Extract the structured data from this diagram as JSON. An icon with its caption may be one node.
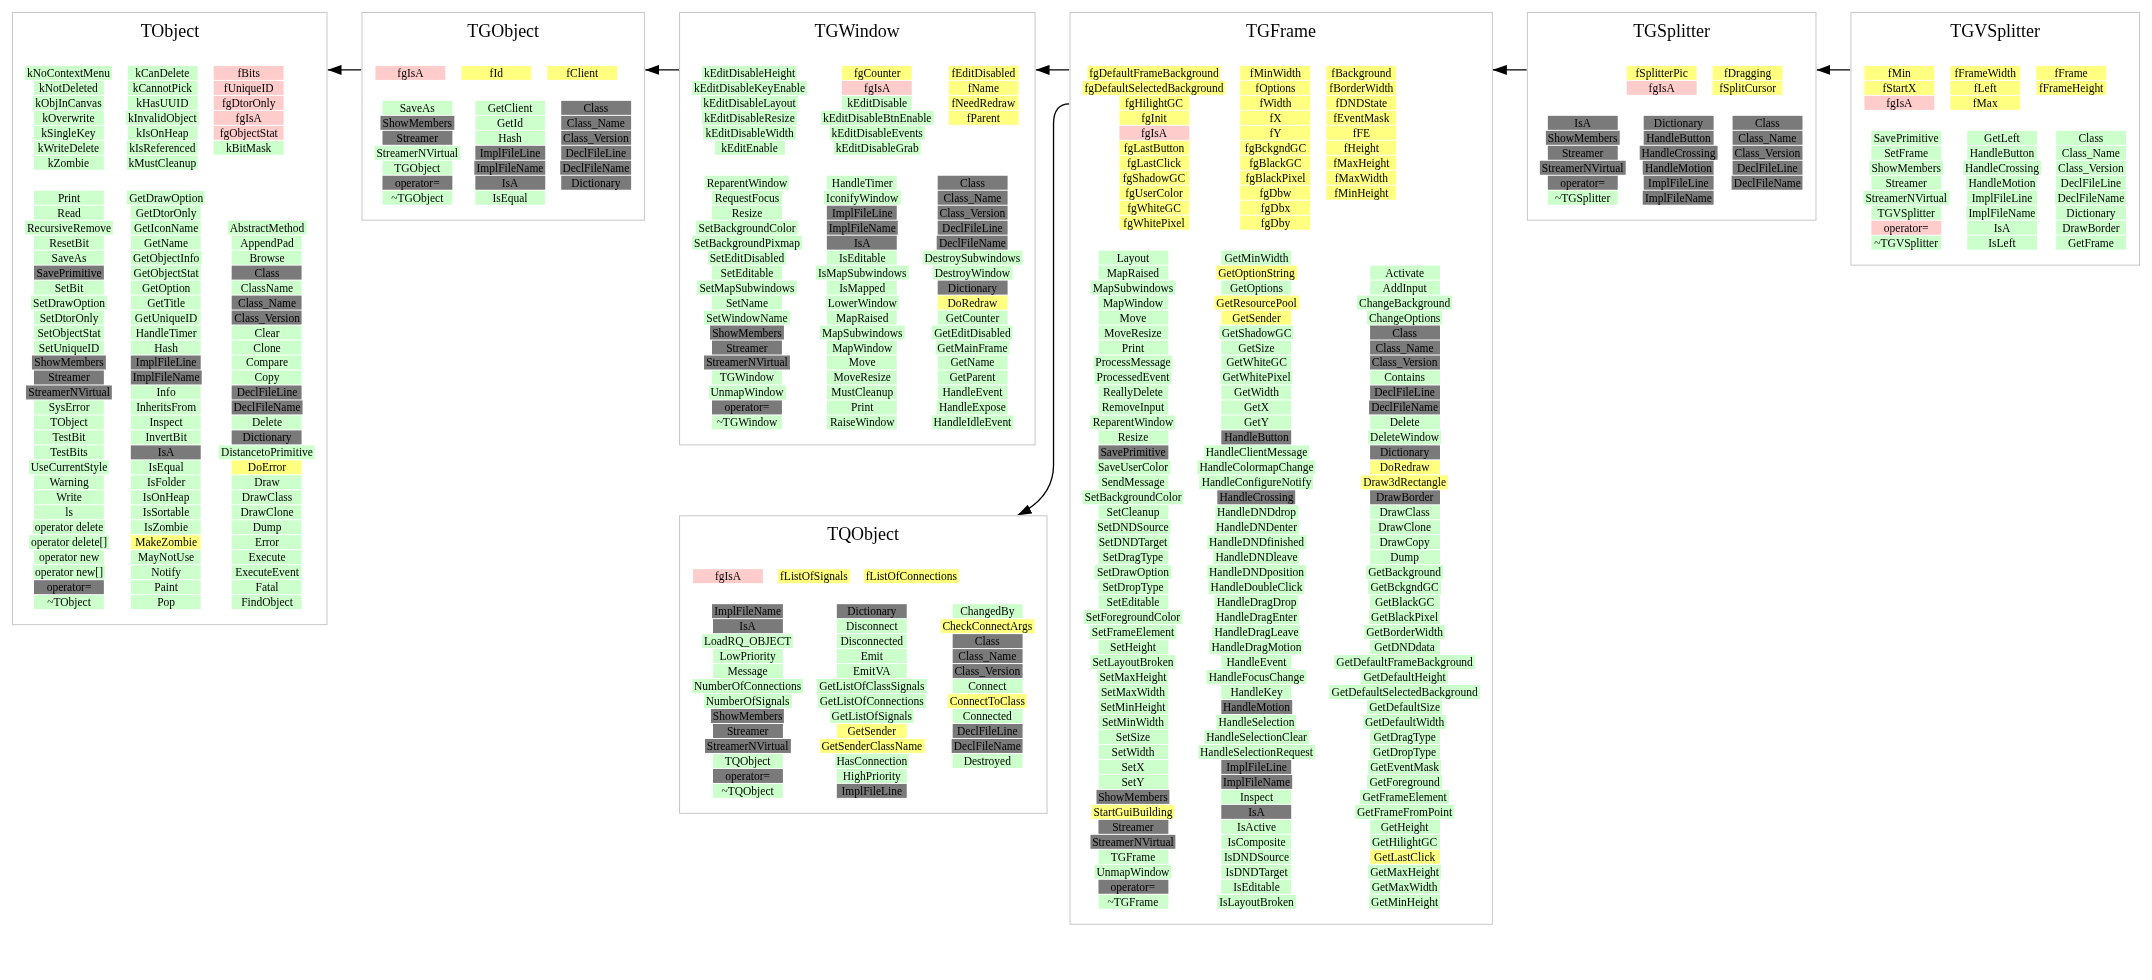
{
  "diagram": {
    "nodes": [
      {
        "text": [
          "TObject"
        ]
      },
      {
        "text": [
          "kNoContextMenu"
        ],
        "in": 0
      },
      {
        "text": [
          "kNotDeleted"
        ],
        "in": 0
      },
      {
        "text": [
          "kObjInCanvas"
        ],
        "in": 0
      },
      {
        "text": [
          "kOverwrite"
        ],
        "in": 0
      },
      {
        "text": [
          "kSingleKey"
        ],
        "in": 0
      },
      {
        "text": [
          "kWriteDelete"
        ],
        "in": 0
      },
      {
        "text": [
          "kZombie"
        ],
        "in": 0
      },
      {
        "text": [
          "kCanDelete"
        ],
        "in": 0
      },
      {
        "text": [
          "kCannotPick"
        ],
        "in": 0
      },
      {
        "text": [
          "kHasUUID"
        ],
        "in": 0
      },
      {
        "text": [
          "kInvalidObject"
        ],
        "in": 0
      },
      {
        "text": [
          "kIsOnHeap"
        ],
        "in": 0
      },
      {
        "text": [
          "kIsReferenced"
        ],
        "in": 0
      },
      {
        "text": [
          "kMustCleanup"
        ],
        "in": 0
      },
      {
        "text": [
          "fBits"
        ],
        "in": 0
      },
      {
        "text": [
          "fUniqueID"
        ],
        "in": 0
      },
      {
        "text": [
          "fgDtorOnly"
        ],
        "in": 0
      },
      {
        "text": [
          "fgIsA"
        ],
        "in": 0
      },
      {
        "text": [
          "fgObjectStat"
        ],
        "in": 0
      },
      {
        "text": [
          "kBitMask"
        ],
        "in": 0
      },
      {
        "text": [
          "Print"
        ],
        "in": 0
      },
      {
        "text": [
          "Read"
        ],
        "in": 0
      },
      {
        "text": [
          "RecursiveRemove"
        ],
        "in": 0
      },
      {
        "text": [
          "ResetBit"
        ],
        "in": 0
      },
      {
        "text": [
          "SaveAs"
        ],
        "in": 0
      },
      {
        "text": [
          "SavePrimitive"
        ],
        "in": 0
      },
      {
        "text": [
          "SetBit"
        ],
        "in": 0
      },
      {
        "text": [
          "SetDrawOption"
        ],
        "in": 0
      },
      {
        "text": [
          "SetDtorOnly"
        ],
        "in": 0
      },
      {
        "text": [
          "SetObjectStat"
        ],
        "in": 0
      },
      {
        "text": [
          "SetUniqueID"
        ],
        "in": 0
      },
      {
        "text": [
          "ShowMembers"
        ],
        "in": 0
      },
      {
        "text": [
          "Streamer"
        ],
        "in": 0
      },
      {
        "text": [
          "StreamerNVirtual"
        ],
        "in": 0
      },
      {
        "text": [
          "SysError"
        ],
        "in": 0
      },
      {
        "text": [
          "TObject"
        ],
        "in": 0
      },
      {
        "text": [
          "TestBit"
        ],
        "in": 0
      },
      {
        "text": [
          "TestBits"
        ],
        "in": 0
      },
      {
        "text": [
          "UseCurrentStyle"
        ],
        "in": 0
      },
      {
        "text": [
          "Warning"
        ],
        "in": 0
      },
      {
        "text": [
          "Write"
        ],
        "in": 0
      },
      {
        "text": [
          "ls"
        ],
        "in": 0
      },
      {
        "text": [
          "operator delete"
        ],
        "in": 0
      },
      {
        "text": [
          "operator delete[]"
        ],
        "in": 0
      },
      {
        "text": [
          "operator new"
        ],
        "in": 0
      },
      {
        "text": [
          "operator new[]"
        ],
        "in": 0
      },
      {
        "text": [
          "operator="
        ],
        "in": 0
      },
      {
        "text": [
          "~TObject"
        ],
        "in": 0
      },
      {
        "text": [
          "GetDrawOption"
        ],
        "in": 0
      },
      {
        "text": [
          "GetDtorOnly"
        ],
        "in": 0
      },
      {
        "text": [
          "GetIconName"
        ],
        "in": 0
      },
      {
        "text": [
          "GetName"
        ],
        "in": 0
      },
      {
        "text": [
          "GetObjectInfo"
        ],
        "in": 0
      },
      {
        "text": [
          "GetObjectStat"
        ],
        "in": 0
      },
      {
        "text": [
          "GetOption"
        ],
        "in": 0
      },
      {
        "text": [
          "GetTitle"
        ],
        "in": 0
      },
      {
        "text": [
          "GetUniqueID"
        ],
        "in": 0
      },
      {
        "text": [
          "HandleTimer"
        ],
        "in": 0
      },
      {
        "text": [
          "Hash"
        ],
        "in": 0
      },
      {
        "text": [
          "ImplFileLine"
        ],
        "in": 0
      },
      {
        "text": [
          "ImplFileName"
        ],
        "in": 0
      },
      {
        "text": [
          "Info"
        ],
        "in": 0
      },
      {
        "text": [
          "InheritsFrom"
        ],
        "in": 0
      },
      {
        "text": [
          "Inspect"
        ],
        "in": 0
      },
      {
        "text": [
          "InvertBit"
        ],
        "in": 0
      },
      {
        "text": [
          "IsA"
        ],
        "in": 0
      },
      {
        "text": [
          "IsEqual"
        ],
        "in": 0
      },
      {
        "text": [
          "IsFolder"
        ],
        "in": 0
      },
      {
        "text": [
          "IsOnHeap"
        ],
        "in": 0
      },
      {
        "text": [
          "IsSortable"
        ],
        "in": 0
      },
      {
        "text": [
          "IsZombie"
        ],
        "in": 0
      },
      {
        "text": [
          "MakeZombie"
        ],
        "in": 0
      },
      {
        "text": [
          "MayNotUse"
        ],
        "in": 0
      },
      {
        "text": [
          "Notify"
        ],
        "in": 0
      },
      {
        "text": [
          "Paint"
        ],
        "in": 0
      },
      {
        "text": [
          "Pop"
        ],
        "in": 0
      },
      {
        "text": [
          "AbstractMethod"
        ],
        "in": 0
      },
      {
        "text": [
          "AppendPad"
        ],
        "in": 0
      },
      {
        "text": [
          "Browse"
        ],
        "in": 0
      },
      {
        "text": [
          "Class"
        ],
        "in": 0
      },
      {
        "text": [
          "ClassName"
        ],
        "in": 0
      },
      {
        "text": [
          "Class_Name"
        ],
        "in": 0
      },
      {
        "text": [
          "Class_Version"
        ],
        "in": 0
      },
      {
        "text": [
          "Clear"
        ],
        "in": 0
      },
      {
        "text": [
          "Clone"
        ],
        "in": 0
      },
      {
        "text": [
          "Compare"
        ],
        "in": 0
      },
      {
        "text": [
          "Copy"
        ],
        "in": 0
      },
      {
        "text": [
          "DeclFileLine"
        ],
        "in": 0
      },
      {
        "text": [
          "DeclFileName"
        ],
        "in": 0
      },
      {
        "text": [
          "Delete"
        ],
        "in": 0
      },
      {
        "text": [
          "Dictionary"
        ],
        "in": 0
      },
      {
        "text": [
          "DistancetoPrimitive"
        ],
        "in": 0
      },
      {
        "text": [
          "DoError"
        ],
        "in": 0
      },
      {
        "text": [
          "Draw"
        ],
        "in": 0
      },
      {
        "text": [
          "DrawClass"
        ],
        "in": 0
      },
      {
        "text": [
          "DrawClone"
        ],
        "in": 0
      },
      {
        "text": [
          "Dump"
        ],
        "in": 0
      },
      {
        "text": [
          "Error"
        ],
        "in": 0
      },
      {
        "text": [
          "Execute"
        ],
        "in": 0
      },
      {
        "text": [
          "ExecuteEvent"
        ],
        "in": 0
      },
      {
        "text": [
          "Fatal"
        ],
        "in": 0
      },
      {
        "text": [
          "FindObject"
        ],
        "in": 0
      },
      {
        "text": [
          "TGObject"
        ]
      },
      {
        "text": [
          "fgIsA"
        ],
        "in": 103
      },
      {
        "text": [
          "fId"
        ],
        "in": 103
      },
      {
        "text": [
          "fClient"
        ],
        "in": 103
      },
      {
        "text": [
          "SaveAs"
        ],
        "in": 103
      },
      {
        "text": [
          "ShowMembers"
        ],
        "in": 103
      },
      {
        "text": [
          "Streamer"
        ],
        "in": 103
      },
      {
        "text": [
          "StreamerNVirtual"
        ],
        "in": 103
      },
      {
        "text": [
          "TGObject"
        ],
        "in": 103
      },
      {
        "text": [
          "operator="
        ],
        "in": 103
      },
      {
        "text": [
          "~TGObject"
        ],
        "in": 103
      },
      {
        "text": [
          "GetClient"
        ],
        "in": 103
      },
      {
        "text": [
          "GetId"
        ],
        "in": 103
      },
      {
        "text": [
          "Hash"
        ],
        "in": 103
      },
      {
        "text": [
          "ImplFileLine"
        ],
        "in": 103
      },
      {
        "text": [
          "ImplFileName"
        ],
        "in": 103
      },
      {
        "text": [
          "IsA"
        ],
        "in": 103
      },
      {
        "text": [
          "IsEqual"
        ],
        "in": 103
      },
      {
        "text": [
          "Class"
        ],
        "in": 103
      },
      {
        "text": [
          "Class_Name"
        ],
        "in": 103
      },
      {
        "text": [
          "Class_Version"
        ],
        "in": 103
      },
      {
        "text": [
          "DeclFileLine"
        ],
        "in": 103
      },
      {
        "text": [
          "DeclFileName"
        ],
        "in": 103
      },
      {
        "text": [
          "Dictionary"
        ],
        "in": 103
      },
      {
        "text": [
          "TGWindow"
        ]
      },
      {
        "text": [
          "kEditDisableHeight"
        ],
        "in": 127
      },
      {
        "text": [
          "kEditDisableKeyEnable"
        ],
        "in": 127
      },
      {
        "text": [
          "kEditDisableLayout"
        ],
        "in": 127
      },
      {
        "text": [
          "kEditDisableResize"
        ],
        "in": 127
      },
      {
        "text": [
          "kEditDisableWidth"
        ],
        "in": 127
      },
      {
        "text": [
          "kEditEnable"
        ],
        "in": 127
      },
      {
        "text": [
          "fgCounter"
        ],
        "in": 127
      },
      {
        "text": [
          "fgIsA"
        ],
        "in": 127
      },
      {
        "text": [
          "kEditDisable"
        ],
        "in": 127
      },
      {
        "text": [
          "kEditDisableBtnEnable"
        ],
        "in": 127
      },
      {
        "text": [
          "kEditDisableEvents"
        ],
        "in": 127
      },
      {
        "text": [
          "kEditDisableGrab"
        ],
        "in": 127
      },
      {
        "text": [
          "fEditDisabled"
        ],
        "in": 127
      },
      {
        "text": [
          "fName"
        ],
        "in": 127
      },
      {
        "text": [
          "fNeedRedraw"
        ],
        "in": 127
      },
      {
        "text": [
          "fParent"
        ],
        "in": 127
      },
      {
        "text": [
          "ReparentWindow"
        ],
        "in": 127
      },
      {
        "text": [
          "RequestFocus"
        ],
        "in": 127
      },
      {
        "text": [
          "Resize"
        ],
        "in": 127
      },
      {
        "text": [
          "SetBackgroundColor"
        ],
        "in": 127
      },
      {
        "text": [
          "SetBackgroundPixmap"
        ],
        "in": 127
      },
      {
        "text": [
          "SetEditDisabled"
        ],
        "in": 127
      },
      {
        "text": [
          "SetEditable"
        ],
        "in": 127
      },
      {
        "text": [
          "SetMapSubwindows"
        ],
        "in": 127
      },
      {
        "text": [
          "SetName"
        ],
        "in": 127
      },
      {
        "text": [
          "SetWindowName"
        ],
        "in": 127
      },
      {
        "text": [
          "ShowMembers"
        ],
        "in": 127
      },
      {
        "text": [
          "Streamer"
        ],
        "in": 127
      },
      {
        "text": [
          "StreamerNVirtual"
        ],
        "in": 127
      },
      {
        "text": [
          "TGWindow"
        ],
        "in": 127
      },
      {
        "text": [
          "UnmapWindow"
        ],
        "in": 127
      },
      {
        "text": [
          "operator="
        ],
        "in": 127
      },
      {
        "text": [
          "~TGWindow"
        ],
        "in": 127
      },
      {
        "text": [
          "HandleTimer"
        ],
        "in": 127
      },
      {
        "text": [
          "IconifyWindow"
        ],
        "in": 127
      },
      {
        "text": [
          "ImplFileLine"
        ],
        "in": 127
      },
      {
        "text": [
          "ImplFileName"
        ],
        "in": 127
      },
      {
        "text": [
          "IsA"
        ],
        "in": 127
      },
      {
        "text": [
          "IsEditable"
        ],
        "in": 127
      },
      {
        "text": [
          "IsMapSubwindows"
        ],
        "in": 127
      },
      {
        "text": [
          "IsMapped"
        ],
        "in": 127
      },
      {
        "text": [
          "LowerWindow"
        ],
        "in": 127
      },
      {
        "text": [
          "MapRaised"
        ],
        "in": 127
      },
      {
        "text": [
          "MapSubwindows"
        ],
        "in": 127
      },
      {
        "text": [
          "MapWindow"
        ],
        "in": 127
      },
      {
        "text": [
          "Move"
        ],
        "in": 127
      },
      {
        "text": [
          "MoveResize"
        ],
        "in": 127
      },
      {
        "text": [
          "MustCleanup"
        ],
        "in": 127
      },
      {
        "text": [
          "Print"
        ],
        "in": 127
      },
      {
        "text": [
          "RaiseWindow"
        ],
        "in": 127
      },
      {
        "text": [
          "Class"
        ],
        "in": 127
      },
      {
        "text": [
          "Class_Name"
        ],
        "in": 127
      },
      {
        "text": [
          "Class_Version"
        ],
        "in": 127
      },
      {
        "text": [
          "DeclFileLine"
        ],
        "in": 127
      },
      {
        "text": [
          "DeclFileName"
        ],
        "in": 127
      },
      {
        "text": [
          "DestroySubwindows"
        ],
        "in": 127
      },
      {
        "text": [
          "DestroyWindow"
        ],
        "in": 127
      },
      {
        "text": [
          "Dictionary"
        ],
        "in": 127
      },
      {
        "text": [
          "DoRedraw"
        ],
        "in": 127
      },
      {
        "text": [
          "GetCounter"
        ],
        "in": 127
      },
      {
        "text": [
          "GetEditDisabled"
        ],
        "in": 127
      },
      {
        "text": [
          "GetMainFrame"
        ],
        "in": 127
      },
      {
        "text": [
          "GetName"
        ],
        "in": 127
      },
      {
        "text": [
          "GetParent"
        ],
        "in": 127
      },
      {
        "text": [
          "HandleEvent"
        ],
        "in": 127
      },
      {
        "text": [
          "HandleExpose"
        ],
        "in": 127
      },
      {
        "text": [
          "HandleIdleEvent"
        ],
        "in": 127
      },
      {
        "text": [
          "TGFrame"
        ]
      },
      {
        "text": [
          "fgDefaultFrameBackground"
        ],
        "in": 195
      },
      {
        "text": [
          "fgDefaultSelectedBackground"
        ],
        "in": 195
      },
      {
        "text": [
          "fgHilightGC"
        ],
        "in": 195
      },
      {
        "text": [
          "fgInit"
        ],
        "in": 195
      },
      {
        "text": [
          "fgIsA"
        ],
        "in": 195
      },
      {
        "text": [
          "fgLastButton"
        ],
        "in": 195
      },
      {
        "text": [
          "fgLastClick"
        ],
        "in": 195
      },
      {
        "text": [
          "fgShadowGC"
        ],
        "in": 195
      },
      {
        "text": [
          "fgUserColor"
        ],
        "in": 195
      },
      {
        "text": [
          "fgWhiteGC"
        ],
        "in": 195
      },
      {
        "text": [
          "fgWhitePixel"
        ],
        "in": 195
      },
      {
        "text": [
          "fMinWidth"
        ],
        "in": 195
      },
      {
        "text": [
          "fOptions"
        ],
        "in": 195
      },
      {
        "text": [
          "fWidth"
        ],
        "in": 195
      },
      {
        "text": [
          "fX"
        ],
        "in": 195
      },
      {
        "text": [
          "fY"
        ],
        "in": 195
      },
      {
        "text": [
          "fgBckgndGC"
        ],
        "in": 195
      },
      {
        "text": [
          "fgBlackGC"
        ],
        "in": 195
      },
      {
        "text": [
          "fgBlackPixel"
        ],
        "in": 195
      },
      {
        "text": [
          "fgDbw"
        ],
        "in": 195
      },
      {
        "text": [
          "fgDbx"
        ],
        "in": 195
      },
      {
        "text": [
          "fgDby"
        ],
        "in": 195
      },
      {
        "text": [
          "fBackground"
        ],
        "in": 195
      },
      {
        "text": [
          "fBorderWidth"
        ],
        "in": 195
      },
      {
        "text": [
          "fDNDState"
        ],
        "in": 195
      },
      {
        "text": [
          "fEventMask"
        ],
        "in": 195
      },
      {
        "text": [
          "fFE"
        ],
        "in": 195
      },
      {
        "text": [
          "fHeight"
        ],
        "in": 195
      },
      {
        "text": [
          "fMaxHeight"
        ],
        "in": 195
      },
      {
        "text": [
          "fMaxWidth"
        ],
        "in": 195
      },
      {
        "text": [
          "fMinHeight"
        ],
        "in": 195
      },
      {
        "text": [
          "Layout"
        ],
        "in": 195
      },
      {
        "text": [
          "MapRaised"
        ],
        "in": 195
      },
      {
        "text": [
          "MapSubwindows"
        ],
        "in": 195
      },
      {
        "text": [
          "MapWindow"
        ],
        "in": 195
      },
      {
        "text": [
          "Move"
        ],
        "in": 195
      },
      {
        "text": [
          "MoveResize"
        ],
        "in": 195
      },
      {
        "text": [
          "Print"
        ],
        "in": 195
      },
      {
        "text": [
          "ProcessMessage"
        ],
        "in": 195
      },
      {
        "text": [
          "ProcessedEvent"
        ],
        "in": 195
      },
      {
        "text": [
          "ReallyDelete"
        ],
        "in": 195
      },
      {
        "text": [
          "RemoveInput"
        ],
        "in": 195
      },
      {
        "text": [
          "ReparentWindow"
        ],
        "in": 195
      },
      {
        "text": [
          "Resize"
        ],
        "in": 195
      },
      {
        "text": [
          "SavePrimitive"
        ],
        "in": 195
      },
      {
        "text": [
          "SaveUserColor"
        ],
        "in": 195
      },
      {
        "text": [
          "SendMessage"
        ],
        "in": 195
      },
      {
        "text": [
          "SetBackgroundColor"
        ],
        "in": 195
      },
      {
        "text": [
          "SetCleanup"
        ],
        "in": 195
      },
      {
        "text": [
          "SetDNDSource"
        ],
        "in": 195
      },
      {
        "text": [
          "SetDNDTarget"
        ],
        "in": 195
      },
      {
        "text": [
          "SetDragType"
        ],
        "in": 195
      },
      {
        "text": [
          "SetDrawOption"
        ],
        "in": 195
      },
      {
        "text": [
          "SetDropType"
        ],
        "in": 195
      },
      {
        "text": [
          "SetEditable"
        ],
        "in": 195
      },
      {
        "text": [
          "SetForegroundColor"
        ],
        "in": 195
      },
      {
        "text": [
          "SetFrameElement"
        ],
        "in": 195
      },
      {
        "text": [
          "SetHeight"
        ],
        "in": 195
      },
      {
        "text": [
          "SetLayoutBroken"
        ],
        "in": 195
      },
      {
        "text": [
          "SetMaxHeight"
        ],
        "in": 195
      },
      {
        "text": [
          "SetMaxWidth"
        ],
        "in": 195
      },
      {
        "text": [
          "SetMinHeight"
        ],
        "in": 195
      },
      {
        "text": [
          "SetMinWidth"
        ],
        "in": 195
      },
      {
        "text": [
          "SetSize"
        ],
        "in": 195
      },
      {
        "text": [
          "SetWidth"
        ],
        "in": 195
      },
      {
        "text": [
          "SetX"
        ],
        "in": 195
      },
      {
        "text": [
          "SetY"
        ],
        "in": 195
      },
      {
        "text": [
          "ShowMembers"
        ],
        "in": 195
      },
      {
        "text": [
          "StartGuiBuilding"
        ],
        "in": 195
      },
      {
        "text": [
          "Streamer"
        ],
        "in": 195
      },
      {
        "text": [
          "StreamerNVirtual"
        ],
        "in": 195
      },
      {
        "text": [
          "TGFrame"
        ],
        "in": 195
      },
      {
        "text": [
          "UnmapWindow"
        ],
        "in": 195
      },
      {
        "text": [
          "operator="
        ],
        "in": 195
      },
      {
        "text": [
          "~TGFrame"
        ],
        "in": 195
      },
      {
        "text": [
          "GetMinWidth"
        ],
        "in": 195
      },
      {
        "text": [
          "GetOptionString"
        ],
        "in": 195
      },
      {
        "text": [
          "GetOptions"
        ],
        "in": 195
      },
      {
        "text": [
          "GetResourcePool"
        ],
        "in": 195
      },
      {
        "text": [
          "GetSender"
        ],
        "in": 195
      },
      {
        "text": [
          "GetShadowGC"
        ],
        "in": 195
      },
      {
        "text": [
          "GetSize"
        ],
        "in": 195
      },
      {
        "text": [
          "GetWhiteGC"
        ],
        "in": 195
      },
      {
        "text": [
          "GetWhitePixel"
        ],
        "in": 195
      },
      {
        "text": [
          "GetWidth"
        ],
        "in": 195
      },
      {
        "text": [
          "GetX"
        ],
        "in": 195
      },
      {
        "text": [
          "GetY"
        ],
        "in": 195
      },
      {
        "text": [
          "HandleButton"
        ],
        "in": 195
      },
      {
        "text": [
          "HandleClientMessage"
        ],
        "in": 195
      },
      {
        "text": [
          "HandleColormapChange"
        ],
        "in": 195
      },
      {
        "text": [
          "HandleConfigureNotify"
        ],
        "in": 195
      },
      {
        "text": [
          "HandleCrossing"
        ],
        "in": 195
      },
      {
        "text": [
          "HandleDNDdrop"
        ],
        "in": 195
      },
      {
        "text": [
          "HandleDNDenter"
        ],
        "in": 195
      },
      {
        "text": [
          "HandleDNDfinished"
        ],
        "in": 195
      },
      {
        "text": [
          "HandleDNDleave"
        ],
        "in": 195
      },
      {
        "text": [
          "HandleDNDposition"
        ],
        "in": 195
      },
      {
        "text": [
          "HandleDoubleClick"
        ],
        "in": 195
      },
      {
        "text": [
          "HandleDragDrop"
        ],
        "in": 195
      },
      {
        "text": [
          "HandleDragEnter"
        ],
        "in": 195
      },
      {
        "text": [
          "HandleDragLeave"
        ],
        "in": 195
      },
      {
        "text": [
          "HandleDragMotion"
        ],
        "in": 195
      },
      {
        "text": [
          "HandleEvent"
        ],
        "in": 195
      },
      {
        "text": [
          "HandleFocusChange"
        ],
        "in": 195
      },
      {
        "text": [
          "HandleKey"
        ],
        "in": 195
      },
      {
        "text": [
          "HandleMotion"
        ],
        "in": 195
      },
      {
        "text": [
          "HandleSelection"
        ],
        "in": 195
      },
      {
        "text": [
          "HandleSelectionClear"
        ],
        "in": 195
      },
      {
        "text": [
          "HandleSelectionRequest"
        ],
        "in": 195
      },
      {
        "text": [
          "ImplFileLine"
        ],
        "in": 195
      },
      {
        "text": [
          "ImplFileName"
        ],
        "in": 195
      },
      {
        "text": [
          "Inspect"
        ],
        "in": 195
      },
      {
        "text": [
          "IsA"
        ],
        "in": 195
      },
      {
        "text": [
          "IsActive"
        ],
        "in": 195
      },
      {
        "text": [
          "IsComposite"
        ],
        "in": 195
      },
      {
        "text": [
          "IsDNDSource"
        ],
        "in": 195
      },
      {
        "text": [
          "IsDNDTarget"
        ],
        "in": 195
      },
      {
        "text": [
          "IsEditable"
        ],
        "in": 195
      },
      {
        "text": [
          "IsLayoutBroken"
        ],
        "in": 195
      },
      {
        "text": [
          "Activate"
        ],
        "in": 195
      },
      {
        "text": [
          "AddInput"
        ],
        "in": 195
      },
      {
        "text": [
          "ChangeBackground"
        ],
        "in": 195
      },
      {
        "text": [
          "ChangeOptions"
        ],
        "in": 195
      },
      {
        "text": [
          "Class"
        ],
        "in": 195
      },
      {
        "text": [
          "Class_Name"
        ],
        "in": 195
      },
      {
        "text": [
          "Class_Version"
        ],
        "in": 195
      },
      {
        "text": [
          "Contains"
        ],
        "in": 195
      },
      {
        "text": [
          "DeclFileLine"
        ],
        "in": 195
      },
      {
        "text": [
          "DeclFileName"
        ],
        "in": 195
      },
      {
        "text": [
          "Delete"
        ],
        "in": 195
      },
      {
        "text": [
          "DeleteWindow"
        ],
        "in": 195
      },
      {
        "text": [
          "Dictionary"
        ],
        "in": 195
      },
      {
        "text": [
          "DoRedraw"
        ],
        "in": 195
      },
      {
        "text": [
          "Draw3dRectangle"
        ],
        "in": 195
      },
      {
        "text": [
          "DrawBorder"
        ],
        "in": 195
      },
      {
        "text": [
          "DrawClass"
        ],
        "in": 195
      },
      {
        "text": [
          "DrawClone"
        ],
        "in": 195
      },
      {
        "text": [
          "DrawCopy"
        ],
        "in": 195
      },
      {
        "text": [
          "Dump"
        ],
        "in": 195
      },
      {
        "text": [
          "GetBackground"
        ],
        "in": 195
      },
      {
        "text": [
          "GetBckgndGC"
        ],
        "in": 195
      },
      {
        "text": [
          "GetBlackGC"
        ],
        "in": 195
      },
      {
        "text": [
          "GetBlackPixel"
        ],
        "in": 195
      },
      {
        "text": [
          "GetBorderWidth"
        ],
        "in": 195
      },
      {
        "text": [
          "GetDNDdata"
        ],
        "in": 195
      },
      {
        "text": [
          "GetDefaultFrameBackground"
        ],
        "in": 195
      },
      {
        "text": [
          "GetDefaultHeight"
        ],
        "in": 195
      },
      {
        "text": [
          "GetDefaultSelectedBackground"
        ],
        "in": 195
      },
      {
        "text": [
          "GetDefaultSize"
        ],
        "in": 195
      },
      {
        "text": [
          "GetDefaultWidth"
        ],
        "in": 195
      },
      {
        "text": [
          "GetDragType"
        ],
        "in": 195
      },
      {
        "text": [
          "GetDropType"
        ],
        "in": 195
      },
      {
        "text": [
          "GetEventMask"
        ],
        "in": 195
      },
      {
        "text": [
          "GetForeground"
        ],
        "in": 195
      },
      {
        "text": [
          "GetFrameElement"
        ],
        "in": 195
      },
      {
        "text": [
          "GetFrameFromPoint"
        ],
        "in": 195
      },
      {
        "text": [
          "GetHeight"
        ],
        "in": 195
      },
      {
        "text": [
          "GetHilightGC"
        ],
        "in": 195
      },
      {
        "text": [
          "GetLastClick"
        ],
        "in": 195
      },
      {
        "text": [
          "GetMaxHeight"
        ],
        "in": 195
      },
      {
        "text": [
          "GetMaxWidth"
        ],
        "in": 195
      },
      {
        "text": [
          "GetMinHeight"
        ],
        "in": 195
      },
      {
        "text": [
          "TGSplitter"
        ]
      },
      {
        "text": [
          "fSplitterPic"
        ],
        "in": 358
      },
      {
        "text": [
          "fgIsA"
        ],
        "in": 358
      },
      {
        "text": [
          "fDragging"
        ],
        "in": 358
      },
      {
        "text": [
          "fSplitCursor"
        ],
        "in": 358
      },
      {
        "text": [
          "IsA"
        ],
        "in": 358
      },
      {
        "text": [
          "ShowMembers"
        ],
        "in": 358
      },
      {
        "text": [
          "Streamer"
        ],
        "in": 358
      },
      {
        "text": [
          "StreamerNVirtual"
        ],
        "in": 358
      },
      {
        "text": [
          "operator="
        ],
        "in": 358
      },
      {
        "text": [
          "~TGSplitter"
        ],
        "in": 358
      },
      {
        "text": [
          "Dictionary"
        ],
        "in": 358
      },
      {
        "text": [
          "HandleButton"
        ],
        "in": 358
      },
      {
        "text": [
          "HandleCrossing"
        ],
        "in": 358
      },
      {
        "text": [
          "HandleMotion"
        ],
        "in": 358
      },
      {
        "text": [
          "ImplFileLine"
        ],
        "in": 358
      },
      {
        "text": [
          "ImplFileName"
        ],
        "in": 358
      },
      {
        "text": [
          "Class"
        ],
        "in": 358
      },
      {
        "text": [
          "Class_Name"
        ],
        "in": 358
      },
      {
        "text": [
          "Class_Version"
        ],
        "in": 358
      },
      {
        "text": [
          "DeclFileLine"
        ],
        "in": 358
      },
      {
        "text": [
          "DeclFileName"
        ],
        "in": 358
      },
      {
        "text": [
          "TGVSplitter"
        ]
      },
      {
        "text": [
          "fMin"
        ],
        "in": 380
      },
      {
        "text": [
          "fStartX"
        ],
        "in": 380
      },
      {
        "text": [
          "fgIsA"
        ],
        "in": 380
      },
      {
        "text": [
          "fFrameWidth"
        ],
        "in": 380
      },
      {
        "text": [
          "fLeft"
        ],
        "in": 380
      },
      {
        "text": [
          "fMax"
        ],
        "in": 380
      },
      {
        "text": [
          "fFrame"
        ],
        "in": 380
      },
      {
        "text": [
          "fFrameHeight"
        ],
        "in": 380
      },
      {
        "text": [
          "SavePrimitive"
        ],
        "in": 380
      },
      {
        "text": [
          "SetFrame"
        ],
        "in": 380
      },
      {
        "text": [
          "ShowMembers"
        ],
        "in": 380
      },
      {
        "text": [
          "Streamer"
        ],
        "in": 380
      },
      {
        "text": [
          "StreamerNVirtual"
        ],
        "in": 380
      },
      {
        "text": [
          "TGVSplitter"
        ],
        "in": 380
      },
      {
        "text": [
          "operator="
        ],
        "in": 380
      },
      {
        "text": [
          "~TGVSplitter"
        ],
        "in": 380
      },
      {
        "text": [
          "GetLeft"
        ],
        "in": 380
      },
      {
        "text": [
          "HandleButton"
        ],
        "in": 380
      },
      {
        "text": [
          "HandleCrossing"
        ],
        "in": 380
      },
      {
        "text": [
          "HandleMotion"
        ],
        "in": 380
      },
      {
        "text": [
          "ImplFileLine"
        ],
        "in": 380
      },
      {
        "text": [
          "ImplFileName"
        ],
        "in": 380
      },
      {
        "text": [
          "IsA"
        ],
        "in": 380
      },
      {
        "text": [
          "IsLeft"
        ],
        "in": 380
      },
      {
        "text": [
          "Class"
        ],
        "in": 380
      },
      {
        "text": [
          "Class_Name"
        ],
        "in": 380
      },
      {
        "text": [
          "Class_Version"
        ],
        "in": 380
      },
      {
        "text": [
          "DeclFileLine"
        ],
        "in": 380
      },
      {
        "text": [
          "DeclFileName"
        ],
        "in": 380
      },
      {
        "text": [
          "Dictionary"
        ],
        "in": 380
      },
      {
        "text": [
          "DrawBorder"
        ],
        "in": 380
      },
      {
        "text": [
          "GetFrame"
        ],
        "in": 380
      },
      {
        "text": [
          "TQObject"
        ]
      },
      {
        "text": [
          "fgIsA"
        ],
        "in": 413
      },
      {
        "text": [
          "fListOfSignals"
        ],
        "in": 413
      },
      {
        "text": [
          "fListOfConnections"
        ],
        "in": 413
      },
      {
        "text": [
          "ImplFileName"
        ],
        "in": 413
      },
      {
        "text": [
          "IsA"
        ],
        "in": 413
      },
      {
        "text": [
          "LoadRQ_OBJECT"
        ],
        "in": 413
      },
      {
        "text": [
          "LowPriority"
        ],
        "in": 413
      },
      {
        "text": [
          "Message"
        ],
        "in": 413
      },
      {
        "text": [
          "NumberOfConnections"
        ],
        "in": 413
      },
      {
        "text": [
          "NumberOfSignals"
        ],
        "in": 413
      },
      {
        "text": [
          "ShowMembers"
        ],
        "in": 413
      },
      {
        "text": [
          "Streamer"
        ],
        "in": 413
      },
      {
        "text": [
          "StreamerNVirtual"
        ],
        "in": 413
      },
      {
        "text": [
          "TQObject"
        ],
        "in": 413
      },
      {
        "text": [
          "operator="
        ],
        "in": 413
      },
      {
        "text": [
          "~TQObject"
        ],
        "in": 413
      },
      {
        "text": [
          "Dictionary"
        ],
        "in": 413
      },
      {
        "text": [
          "Disconnect"
        ],
        "in": 413
      },
      {
        "text": [
          "Disconnected"
        ],
        "in": 413
      },
      {
        "text": [
          "Emit"
        ],
        "in": 413
      },
      {
        "text": [
          "EmitVA"
        ],
        "in": 413
      },
      {
        "text": [
          "GetListOfClassSignals"
        ],
        "in": 413
      },
      {
        "text": [
          "GetListOfConnections"
        ],
        "in": 413
      },
      {
        "text": [
          "GetListOfSignals"
        ],
        "in": 413
      },
      {
        "text": [
          "GetSender"
        ],
        "in": 413
      },
      {
        "text": [
          "GetSenderClassName"
        ],
        "in": 413
      },
      {
        "text": [
          "HasConnection"
        ],
        "in": 413
      },
      {
        "text": [
          "HighPriority"
        ],
        "in": 413
      },
      {
        "text": [
          "ImplFileLine"
        ],
        "in": 413
      },
      {
        "text": [
          "ChangedBy"
        ],
        "in": 413
      },
      {
        "text": [
          "CheckConnectArgs"
        ],
        "in": 413
      },
      {
        "text": [
          "Class"
        ],
        "in": 413
      },
      {
        "text": [
          "Class_Name"
        ],
        "in": 413
      },
      {
        "text": [
          "Class_Version"
        ],
        "in": 413
      },
      {
        "text": [
          "Connect"
        ],
        "in": 413
      },
      {
        "text": [
          "ConnectToClass"
        ],
        "in": 413
      },
      {
        "text": [
          "Connected"
        ],
        "in": 413
      },
      {
        "text": [
          "DeclFileLine"
        ],
        "in": 413
      },
      {
        "text": [
          "DeclFileName"
        ],
        "in": 413
      },
      {
        "text": [
          "Destroyed"
        ],
        "in": 413
      }
    ],
    "edges": [
      {
        "from": 103,
        "to": 0,
        "arrow": "to"
      },
      {
        "from": 127,
        "to": 103,
        "arrow": "to"
      },
      {
        "from": 195,
        "to": 127,
        "arrow": "to"
      },
      {
        "from": 195,
        "to": 413,
        "arrow": "to"
      },
      {
        "from": 358,
        "to": 195,
        "arrow": "to"
      },
      {
        "from": 380,
        "to": 358,
        "arrow": "to"
      }
    ]
  }
}
